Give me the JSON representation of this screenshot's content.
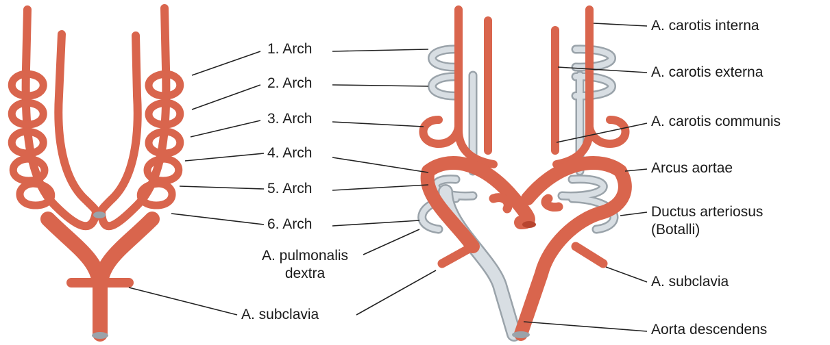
{
  "colors": {
    "artery": "#d9654d",
    "artery_dark": "#b8452f",
    "regressed": "#d8dee3",
    "regressed_stroke": "#9aa3aa",
    "leader": "#222222",
    "background": "#ffffff"
  },
  "arch_labels": [
    {
      "text": "1. Arch"
    },
    {
      "text": "2. Arch"
    },
    {
      "text": "3. Arch"
    },
    {
      "text": "4. Arch"
    },
    {
      "text": "5. Arch"
    },
    {
      "text": "6. Arch"
    }
  ],
  "left_bottom_labels": {
    "pulmonalis": [
      "A. pulmonalis",
      "dextra"
    ],
    "subclavia": "A. subclavia"
  },
  "right_labels": {
    "carotis_interna": "A. carotis interna",
    "carotis_externa": "A. carotis externa",
    "carotis_communis": "A. carotis communis",
    "arcus_aortae": "Arcus aortae",
    "ductus": [
      "Ductus arteriosus",
      "(Botalli)"
    ],
    "subclavia": "A. subclavia",
    "aorta_descendens": "Aorta descendens"
  }
}
